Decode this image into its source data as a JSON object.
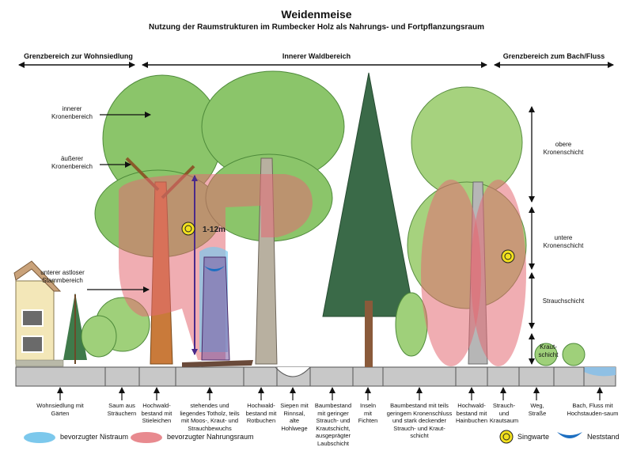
{
  "title": "Weidenmeise",
  "subtitle": "Nutzung der Raumstrukturen im Rumbecker Holz als Nahrungs- und Fortpflanzungsraum",
  "zones": {
    "left": "Grenzbereich zur Wohnsiedlung",
    "middle": "Innerer Waldbereich",
    "right": "Grenzbereich zum Bach/Fluss"
  },
  "left_labels": {
    "inner_crown": "innerer Kronenbereich",
    "outer_crown": "äußerer Kronenbereich",
    "lower_trunk": "unterer astloser Stammbereich"
  },
  "right_labels": {
    "upper_crown": "obere Kronenschicht",
    "lower_crown": "untere Kronenschicht",
    "shrub": "Strauchschicht",
    "herb": "Kraut-schicht"
  },
  "height_label": "1-12m",
  "bottom_labels": [
    "Wohnsiedlung mit Gärten",
    "Saum aus Sträuchern",
    "Hochwald-bestand mit Stieleichen",
    "stehendes und liegendes Totholz, teils mit Moos-, Kraut- und Strauchbewuchs",
    "Hochwald-bestand mit Rotbuchen",
    "Siepen mit Rinnsal, alte Hohlwege",
    "Baumbestand mit geringer Strauch- und Krautschicht, ausgeprägter Laubschicht",
    "Inseln mit Fichten",
    "Baumbestand mit teils geringem Kronenschluss und stark deckender Strauch- und Kraut-schicht",
    "Hochwald-bestand mit Hainbuchen",
    "Strauch- und Krautsaum",
    "Weg, Straße",
    "Bach, Fluss mit Hochstauden-saum"
  ],
  "legend": {
    "nest": "bevorzugter Nistraum",
    "food": "bevorzugter Nahrungsraum",
    "song": "Singwarte",
    "neststand": "Neststand"
  },
  "colors": {
    "nest": "#7cc8ec",
    "food": "#e88a8f",
    "neststand": "#1d6fc1",
    "song": "#f2e01e"
  }
}
